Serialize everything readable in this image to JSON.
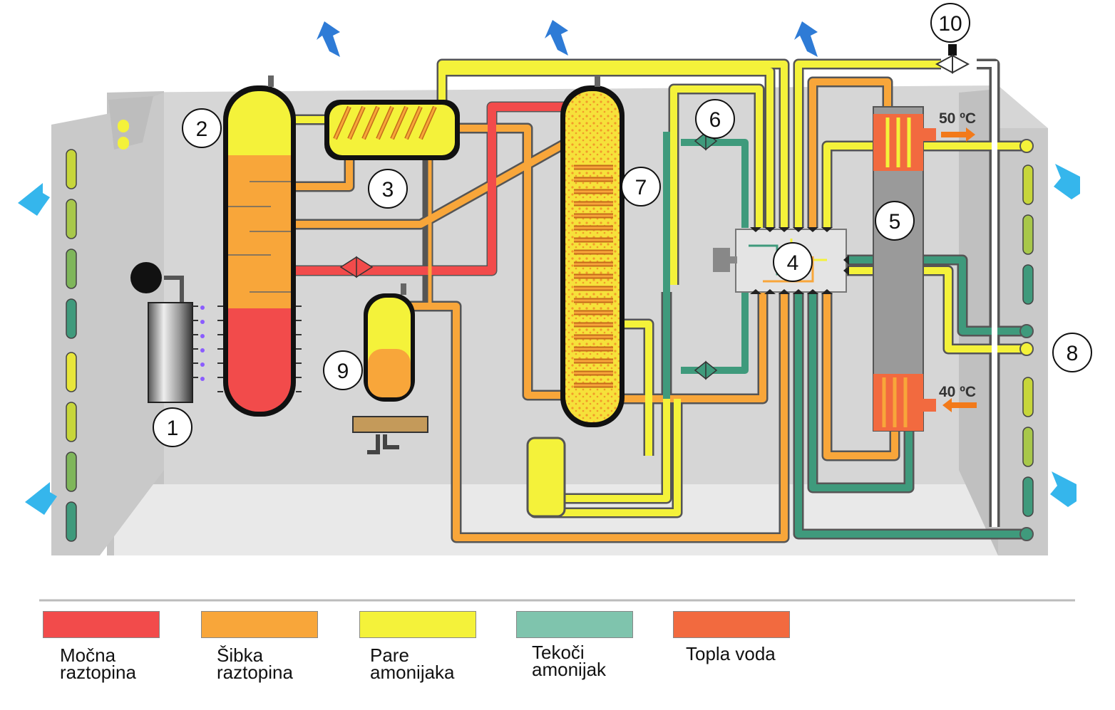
{
  "colors": {
    "strong_solution": "#f24b4b",
    "weak_solution": "#f8a63a",
    "ammonia_vapour": "#f4f23a",
    "liquid_ammonia": "#3f9a7c",
    "hot_water": "#f26a3f",
    "panel": "#d9d9d9",
    "air_arrow": "#2e7bd6"
  },
  "components": {
    "n1": "1",
    "n2": "2",
    "n3": "3",
    "n4": "4",
    "n5": "5",
    "n6": "6",
    "n7": "7",
    "n8": "8",
    "n9": "9",
    "n10": "10"
  },
  "temperatures": {
    "outlet": "50 ºC",
    "inlet": "40 ºC"
  },
  "legend": [
    {
      "label": "Močna\nraztopina",
      "color": "#f24b4b"
    },
    {
      "label": "Šibka\nraztopina",
      "color": "#f8a63a"
    },
    {
      "label": "Pare\namonijaka",
      "color": "#f4f23a"
    },
    {
      "label": "Tekoči\namonijak",
      "color": "#7fc4ad"
    },
    {
      "label": "Topla voda",
      "color": "#f26a3f"
    }
  ],
  "icons": [
    "air-flow-arrow-icon",
    "expansion-valve-icon",
    "burner-icon",
    "heat-exchanger-coil-icon"
  ]
}
